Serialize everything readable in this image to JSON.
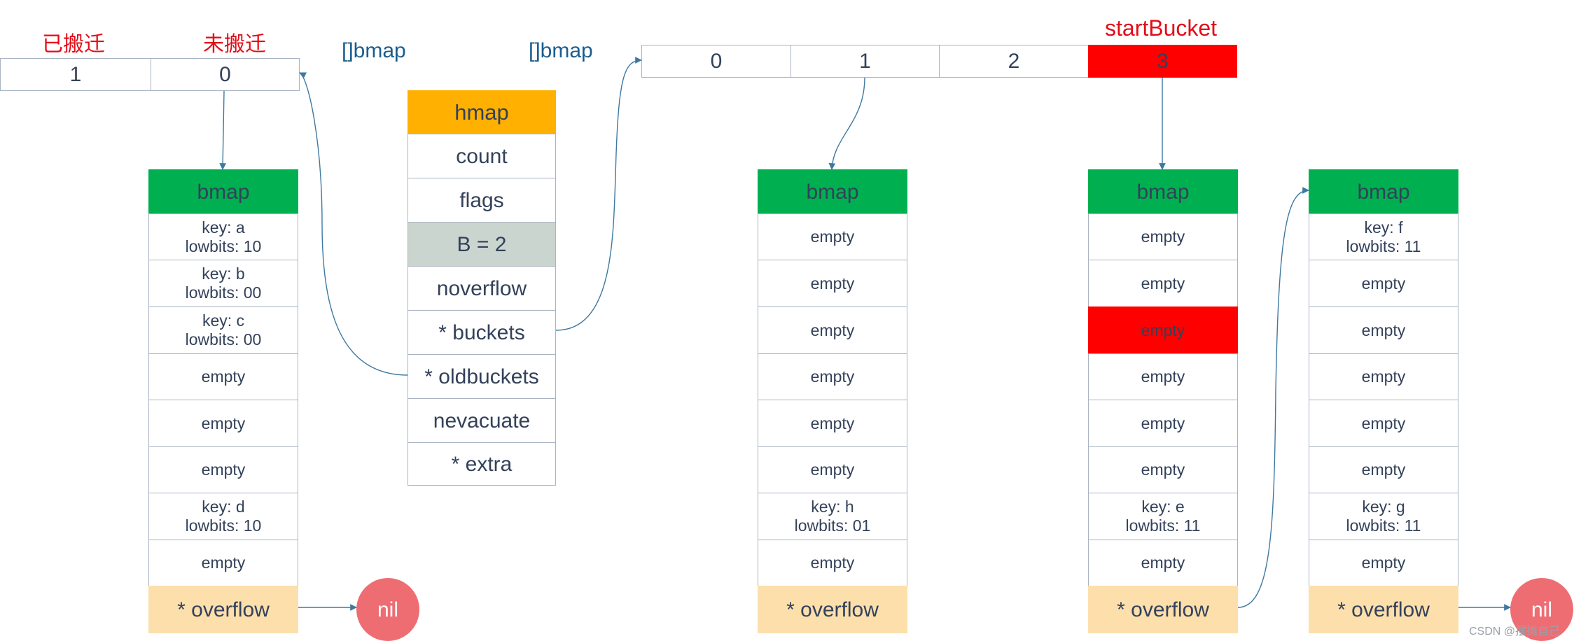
{
  "labels": {
    "migrated": "已搬迁",
    "not_migrated": "未搬迁",
    "old_array_type": "[]bmap",
    "new_array_type": "[]bmap",
    "start_bucket": "startBucket",
    "watermark": "CSDN @摆摊自己"
  },
  "old_array": [
    "1",
    "0"
  ],
  "new_array": [
    "0",
    "1",
    "2",
    "3"
  ],
  "hmap": {
    "title": "hmap",
    "fields": [
      "count",
      "flags",
      "B = 2",
      "noverflow",
      "* buckets",
      "* oldbuckets",
      "nevacuate",
      "* extra"
    ]
  },
  "buckets": {
    "old0": {
      "title": "bmap",
      "cells": [
        "key: a\nlowbits: 10",
        "key: b\nlowbits: 00",
        "key: c\nlowbits: 00",
        "empty",
        "empty",
        "empty",
        "key: d\nlowbits: 10",
        "empty"
      ],
      "overflow": "* overflow"
    },
    "new1": {
      "title": "bmap",
      "cells": [
        "empty",
        "empty",
        "empty",
        "empty",
        "empty",
        "empty",
        "key: h\nlowbits: 01",
        "empty"
      ],
      "overflow": "* overflow"
    },
    "new3": {
      "title": "bmap",
      "cells": [
        "empty",
        "empty",
        "empty",
        "empty",
        "empty",
        "empty",
        "key: e\nlowbits: 11",
        "empty"
      ],
      "overflow": "* overflow"
    },
    "new3_overflow": {
      "title": "bmap",
      "cells": [
        "key: f\nlowbits: 11",
        "empty",
        "empty",
        "empty",
        "empty",
        "empty",
        "key: g\nlowbits: 11",
        "empty"
      ],
      "overflow": "* overflow"
    }
  },
  "nil_labels": [
    "nil",
    "nil"
  ],
  "colors": {
    "hmap_header": "#ffb000",
    "b_field": "#cbd5cf",
    "bmap_header": "#00b050",
    "overflow": "#fddfac",
    "highlight": "#ff0000",
    "nil_circle": "#ee6d73",
    "array_border": "#a9b3c2"
  }
}
